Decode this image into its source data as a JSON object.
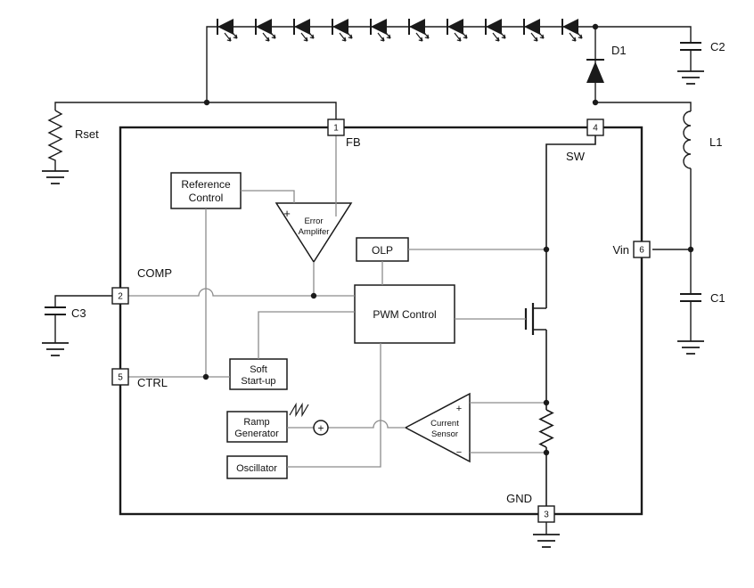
{
  "ic": {
    "pins": {
      "fb": {
        "number": "1",
        "label": "FB"
      },
      "comp": {
        "number": "2",
        "label": "COMP"
      },
      "gnd": {
        "number": "3",
        "label": "GND"
      },
      "sw": {
        "number": "4",
        "label": "SW"
      },
      "ctrl": {
        "number": "5",
        "label": "CTRL"
      },
      "vin": {
        "number": "6",
        "label": "Vin"
      }
    },
    "blocks": {
      "reference_control": {
        "line1": "Reference",
        "line2": "Control"
      },
      "error_amplifier": {
        "line1": "Error",
        "line2": "Amplifer",
        "plus": "+"
      },
      "olp": {
        "label": "OLP"
      },
      "pwm_control": {
        "label": "PWM Control"
      },
      "soft_startup": {
        "line1": "Soft",
        "line2": "Start-up"
      },
      "ramp_generator": {
        "line1": "Ramp",
        "line2": "Generator"
      },
      "oscillator": {
        "label": "Oscillator"
      },
      "current_sensor": {
        "line1": "Current",
        "line2": "Sensor",
        "plus": "+",
        "minus": "−"
      },
      "summing_node": {
        "plus": "+"
      }
    }
  },
  "external_components": {
    "rset": {
      "label": "Rset"
    },
    "c1": {
      "label": "C1"
    },
    "c2": {
      "label": "C2"
    },
    "c3": {
      "label": "C3"
    },
    "d1": {
      "label": "D1"
    },
    "l1": {
      "label": "L1"
    },
    "led_string": {
      "count": 10
    }
  },
  "colors": {
    "outer_wire": "#1a1a1a",
    "inner_wire": "#8c8c8c",
    "block_stroke": "#1a1a1a",
    "background": "#ffffff"
  }
}
